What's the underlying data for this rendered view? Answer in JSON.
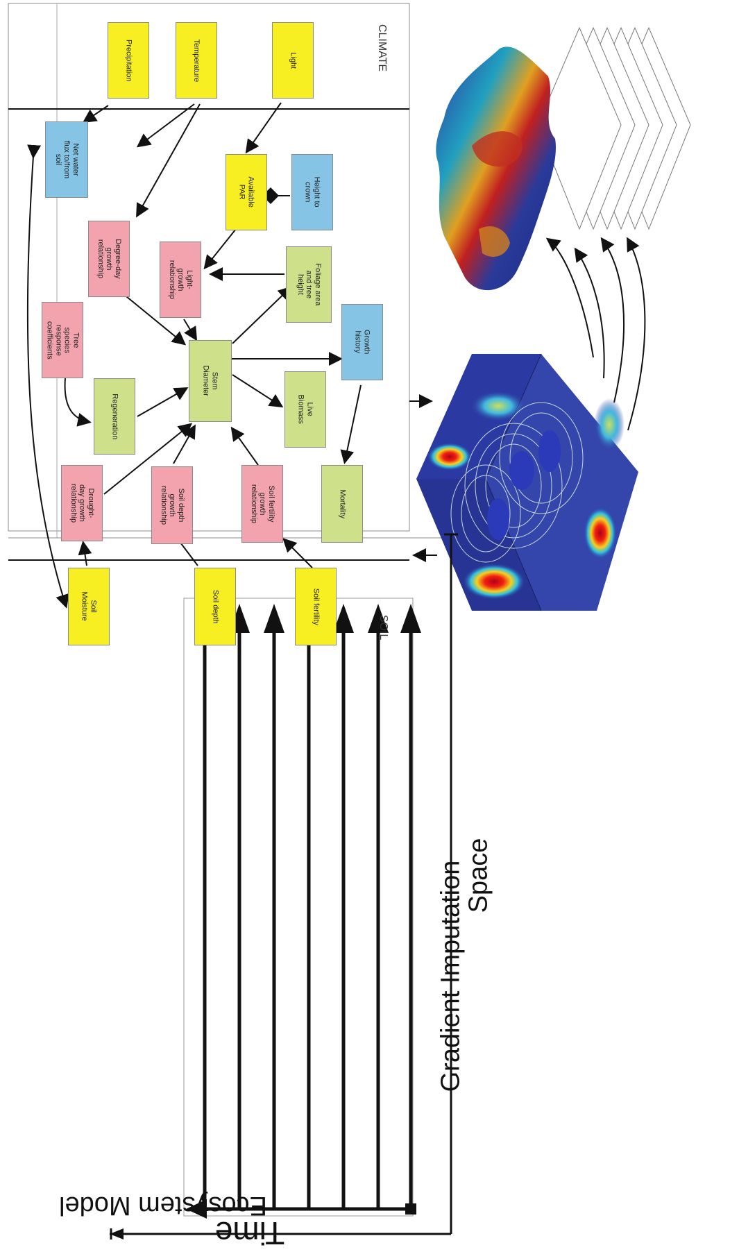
{
  "diagram": {
    "soil_label": "SOIL",
    "climate_label": "CLIMATE",
    "boxes": {
      "precipitation": "Precipitation",
      "temperature": "Temperature",
      "light": "Light",
      "net_water": "Net water flux to/from soil",
      "degree_day": "Degree-day growth relationship",
      "available_par": "Available PAR",
      "height_to_crown": "Height to crown",
      "light_growth": "Light-growth relationship",
      "foliage": "Foliage area and tree height",
      "tree_species": "Tree species response coefficients",
      "regeneration": "Regeneration",
      "stem_diameter": "Stem Diameter",
      "growth_history": "Growth history",
      "live_biomass": "Live Biomass",
      "drought_day": "Drought-day growth relationship",
      "soil_depth_growth": "Soil depth growth relationship",
      "soil_fertility_growth": "Soil fertility growth relationship",
      "mortality": "Mortality",
      "soil_moisture": "Soil Moisture",
      "soil_depth": "Soil depth",
      "soil_fertility": "Soil fertility"
    }
  },
  "axes": {
    "time_label": "Time",
    "space_label": "Space",
    "ecosystem_label": "Ecosystem Model",
    "gradient_label": "Gradient Imputation"
  }
}
